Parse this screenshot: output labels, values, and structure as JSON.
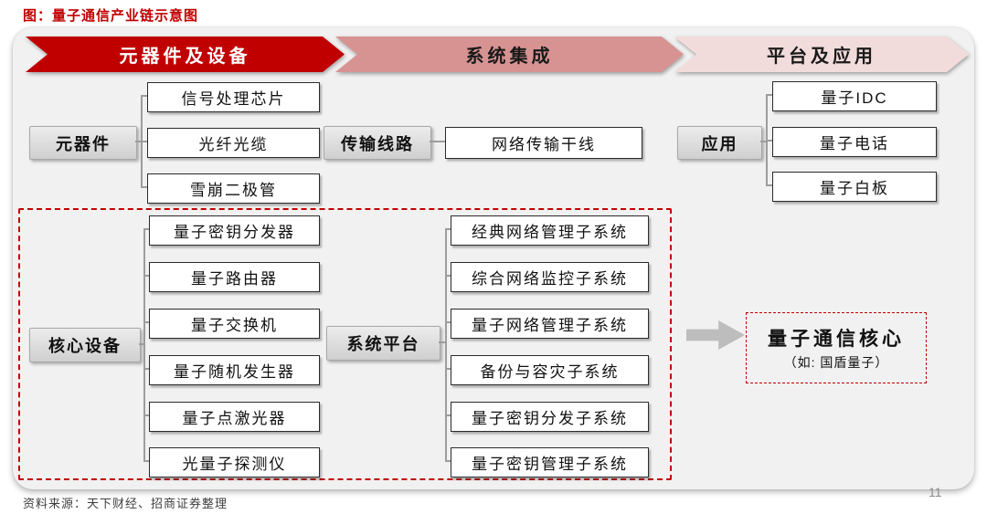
{
  "page": {
    "title": "图：量子通信产业链示意图",
    "source": "资料来源：天下财经、招商证券整理",
    "page_number": "11"
  },
  "colors": {
    "accent_red": "#c00000",
    "stage1_bg": "#c00000",
    "stage2_bg": "#d79392",
    "stage3_bg": "#f2dcdb",
    "card_bg": "#f1f1f1",
    "connector_gray": "#9d9d9d",
    "block_arrow_gray": "#bdbdbd"
  },
  "stages": [
    {
      "label": "元器件及设备"
    },
    {
      "label": "系统集成"
    },
    {
      "label": "平台及应用"
    }
  ],
  "groups": {
    "components": {
      "label": "元器件",
      "items": [
        "信号处理芯片",
        "光纤光缆",
        "雪崩二极管"
      ]
    },
    "transmission": {
      "label": "传输线路",
      "items": [
        "网络传输干线"
      ]
    },
    "application": {
      "label": "应用",
      "items": [
        "量子IDC",
        "量子电话",
        "量子白板"
      ]
    },
    "core_devices": {
      "label": "核心设备",
      "items": [
        "量子密钥分发器",
        "量子路由器",
        "量子交换机",
        "量子随机发生器",
        "量子点激光器",
        "光量子探测仪"
      ]
    },
    "system_platform": {
      "label": "系统平台",
      "items": [
        "经典网络管理子系统",
        "综合网络监控子系统",
        "量子网络管理子系统",
        "备份与容灾子系统",
        "量子密钥分发子系统",
        "量子密钥管理子系统"
      ]
    }
  },
  "core_highlight": {
    "line1": "量子通信核心",
    "line2": "（如: 国盾量子）"
  }
}
